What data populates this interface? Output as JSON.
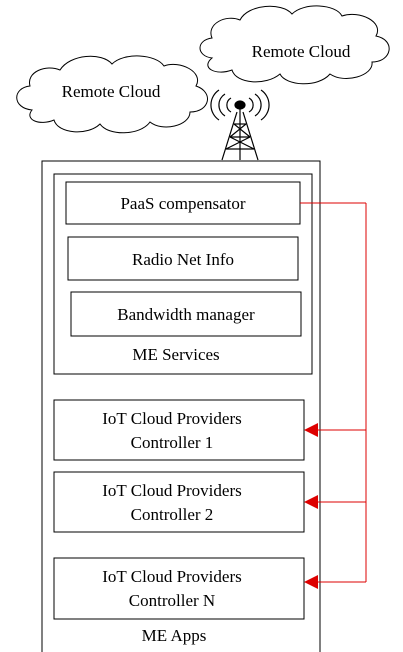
{
  "clouds": {
    "left_label": "Remote Cloud",
    "right_label": "Remote Cloud"
  },
  "me_services": {
    "items": [
      "PaaS compensator",
      "Radio Net Info",
      "Bandwidth manager"
    ],
    "label": "ME Services"
  },
  "me_apps": {
    "controllers": [
      {
        "line1": "IoT Cloud Providers",
        "line2": "Controller 1"
      },
      {
        "line1": "IoT Cloud Providers",
        "line2": "Controller 2"
      },
      {
        "line1": "IoT Cloud Providers",
        "line2": "Controller N"
      }
    ],
    "label": "ME Apps"
  },
  "colors": {
    "connector": "#dd0000",
    "stroke": "#000000"
  }
}
